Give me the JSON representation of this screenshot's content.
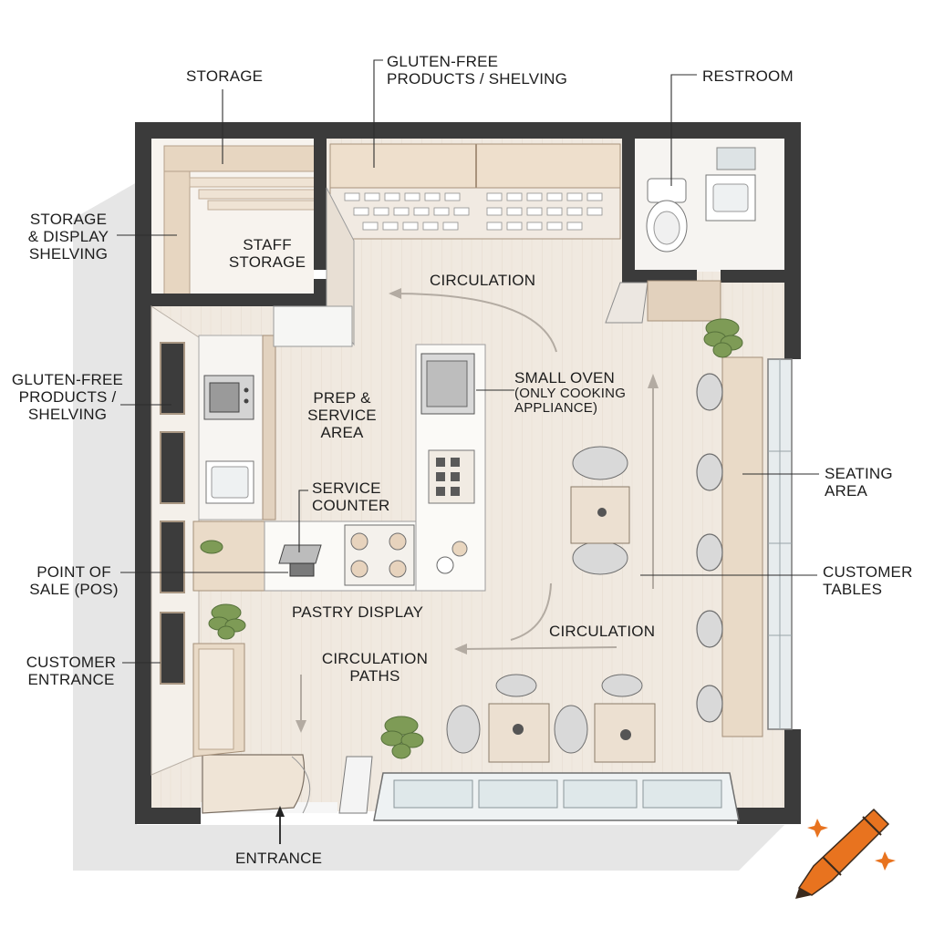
{
  "labels": {
    "storage_top": "STORAGE",
    "gf_top_1": "GLUTEN-FREE",
    "gf_top_2": "PRODUCTS / SHELVING",
    "restroom": "RESTROOM",
    "storage_display_1": "STORAGE",
    "storage_display_2": "& DISPLAY",
    "storage_display_3": "SHELVING",
    "staff_storage_1": "STAFF",
    "staff_storage_2": "STORAGE",
    "circulation_top": "CIRCULATION",
    "gf_left_1": "GLUTEN-FREE",
    "gf_left_2": "PRODUCTS /",
    "gf_left_3": "SHELVING",
    "prep_1": "PREP &",
    "prep_2": "SERVICE",
    "prep_3": "AREA",
    "oven_1": "SMALL OVEN",
    "oven_2": "(ONLY COOKING",
    "oven_3": "APPLIANCE)",
    "seating_1": "SEATING",
    "seating_2": "AREA",
    "service_1": "SERVICE",
    "service_2": "COUNTER",
    "pos_1": "POINT OF",
    "pos_2": "SALE (POS)",
    "tables_1": "CUSTOMER",
    "tables_2": "TABLES",
    "pastry": "PASTRY DISPLAY",
    "circulation_right": "CIRCULATION",
    "cust_entrance_1": "CUSTOMER",
    "cust_entrance_2": "ENTRANCE",
    "paths_1": "CIRCULATION",
    "paths_2": "PATHS",
    "entrance": "ENTRANCE"
  },
  "icons": {
    "logo": "crayon-logo-icon",
    "plant": "potted-plant-icon",
    "toilet": "toilet-icon",
    "sink": "sink-icon",
    "oven": "oven-icon",
    "microwave": "microwave-icon",
    "register": "cash-register-icon"
  },
  "colors": {
    "wall": "#3a3a3a",
    "floor": "#efe8df",
    "wood": "#e9d9c6",
    "counter": "#fbfaf7",
    "accent_logo": "#e8731f"
  }
}
